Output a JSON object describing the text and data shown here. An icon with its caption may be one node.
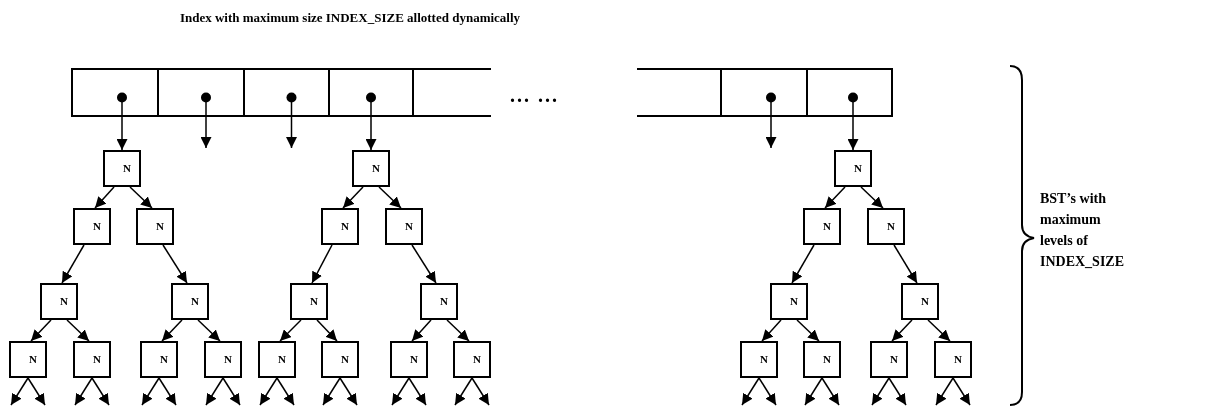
{
  "diagram": {
    "title": "Index with maximum size INDEX_SIZE allotted dynamically",
    "nodes": [
      {
        "text": [],
        "shape": "box"
      },
      {
        "text": [],
        "shape": "box"
      },
      {
        "text": [],
        "shape": "box"
      },
      {
        "text": [],
        "shape": "box"
      },
      {
        "text": [],
        "shape": "box"
      },
      {
        "text": [],
        "shape": "box"
      },
      {
        "text": [],
        "shape": "box"
      },
      {
        "text": [],
        "shape": "box"
      },
      {
        "text": [
          "N"
        ]
      },
      {
        "text": [
          "N"
        ]
      },
      {
        "text": [
          "N"
        ]
      },
      {
        "text": [
          "N"
        ]
      },
      {
        "text": [
          "N"
        ]
      },
      {
        "text": [
          "N"
        ]
      },
      {
        "text": [
          "N"
        ]
      },
      {
        "text": [
          "N"
        ]
      },
      {
        "text": [
          "N"
        ]
      },
      {
        "text": [
          "N"
        ]
      },
      {
        "text": [
          "N"
        ]
      },
      {
        "text": [
          "N"
        ]
      },
      {
        "text": [
          "N"
        ]
      },
      {
        "text": [
          "N"
        ]
      },
      {
        "text": [
          "N"
        ]
      },
      {
        "text": [
          "N"
        ]
      },
      {
        "text": [
          "N"
        ]
      },
      {
        "text": [
          "N"
        ]
      },
      {
        "text": [
          "N"
        ]
      },
      {
        "text": [
          "N"
        ]
      },
      {
        "text": [
          "N"
        ]
      },
      {
        "text": [
          "N"
        ]
      },
      {
        "text": [
          "N"
        ]
      },
      {
        "text": [
          "N"
        ]
      },
      {
        "text": [
          "N"
        ]
      },
      {
        "text": [
          "N"
        ]
      },
      {
        "text": [
          "N"
        ]
      }
    ],
    "edges": [
      {
        "from": 0,
        "to": 8,
        "arrow": "to"
      },
      {
        "from": 1,
        "to": null,
        "arrow": "to"
      },
      {
        "from": 2,
        "to": null,
        "arrow": "to"
      },
      {
        "from": 3,
        "to": 17,
        "arrow": "to"
      },
      {
        "from": 6,
        "to": null,
        "arrow": "to"
      },
      {
        "from": 7,
        "to": 26,
        "arrow": "to"
      },
      {
        "from": 8,
        "to": 9,
        "arrow": "to"
      },
      {
        "from": 8,
        "to": 10,
        "arrow": "to"
      },
      {
        "from": 9,
        "to": 11,
        "arrow": "to"
      },
      {
        "from": 10,
        "to": 12,
        "arrow": "to"
      },
      {
        "from": 11,
        "to": 13,
        "arrow": "to"
      },
      {
        "from": 11,
        "to": 14,
        "arrow": "to"
      },
      {
        "from": 12,
        "to": 15,
        "arrow": "to"
      },
      {
        "from": 12,
        "to": 16,
        "arrow": "to"
      },
      {
        "from": 13,
        "to": null,
        "arrow": "to"
      },
      {
        "from": 13,
        "to": null,
        "arrow": "to"
      },
      {
        "from": 14,
        "to": null,
        "arrow": "to"
      },
      {
        "from": 14,
        "to": null,
        "arrow": "to"
      },
      {
        "from": 15,
        "to": null,
        "arrow": "to"
      },
      {
        "from": 15,
        "to": null,
        "arrow": "to"
      },
      {
        "from": 16,
        "to": null,
        "arrow": "to"
      },
      {
        "from": 16,
        "to": null,
        "arrow": "to"
      },
      {
        "from": 17,
        "to": 18,
        "arrow": "to"
      },
      {
        "from": 17,
        "to": 19,
        "arrow": "to"
      },
      {
        "from": 18,
        "to": 20,
        "arrow": "to"
      },
      {
        "from": 19,
        "to": 21,
        "arrow": "to"
      },
      {
        "from": 20,
        "to": 22,
        "arrow": "to"
      },
      {
        "from": 20,
        "to": 23,
        "arrow": "to"
      },
      {
        "from": 21,
        "to": 24,
        "arrow": "to"
      },
      {
        "from": 21,
        "to": 25,
        "arrow": "to"
      },
      {
        "from": 22,
        "to": null,
        "arrow": "to"
      },
      {
        "from": 22,
        "to": null,
        "arrow": "to"
      },
      {
        "from": 23,
        "to": null,
        "arrow": "to"
      },
      {
        "from": 23,
        "to": null,
        "arrow": "to"
      },
      {
        "from": 24,
        "to": null,
        "arrow": "to"
      },
      {
        "from": 24,
        "to": null,
        "arrow": "to"
      },
      {
        "from": 25,
        "to": null,
        "arrow": "to"
      },
      {
        "from": 25,
        "to": null,
        "arrow": "to"
      },
      {
        "from": 26,
        "to": 27,
        "arrow": "to"
      },
      {
        "from": 26,
        "to": 28,
        "arrow": "to"
      },
      {
        "from": 27,
        "to": 29,
        "arrow": "to"
      },
      {
        "from": 28,
        "to": 30,
        "arrow": "to"
      },
      {
        "from": 29,
        "to": 31,
        "arrow": "to"
      },
      {
        "from": 29,
        "to": 32,
        "arrow": "to"
      },
      {
        "from": 30,
        "to": 33,
        "arrow": "to"
      },
      {
        "from": 30,
        "to": 34,
        "arrow": "to"
      },
      {
        "from": 31,
        "to": null,
        "arrow": "to"
      },
      {
        "from": 31,
        "to": null,
        "arrow": "to"
      },
      {
        "from": 32,
        "to": null,
        "arrow": "to"
      },
      {
        "from": 32,
        "to": null,
        "arrow": "to"
      },
      {
        "from": 33,
        "to": null,
        "arrow": "to"
      },
      {
        "from": 33,
        "to": null,
        "arrow": "to"
      },
      {
        "from": 34,
        "to": null,
        "arrow": "to"
      },
      {
        "from": 34,
        "to": null,
        "arrow": "to"
      }
    ],
    "labels": [
      "... ...",
      "BST’s with maximum levels of INDEX_SIZE"
    ]
  }
}
